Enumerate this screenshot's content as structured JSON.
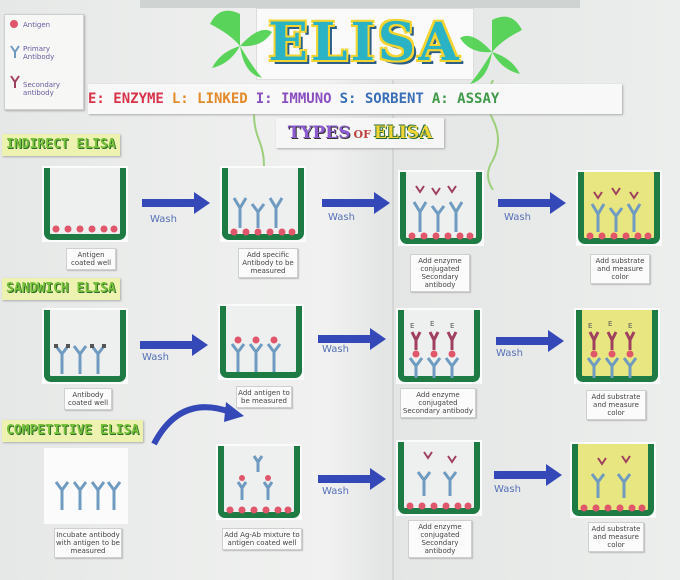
{
  "legend": {
    "antigen": "Antigen",
    "primary": "Primary Antibody",
    "secondary": "Secondary antibody"
  },
  "title": "ELISA",
  "acronym": [
    "E: ENZYME",
    "L: LINKED",
    "I: IMMUNO",
    "S: SORBENT",
    "A: ASSAY"
  ],
  "types": {
    "word1": "TYPES",
    "word2": "OF",
    "word3": "ELISA"
  },
  "wash_label": "Wash",
  "sections": [
    {
      "name": "INDIRECT ELISA",
      "captions": [
        "Antigen coated well",
        "Add specific Antibody to be measured",
        "Add enzyme conjugated Secondary antibody",
        "Add substrate and measure color"
      ]
    },
    {
      "name": "SANDWICH ELISA",
      "captions": [
        "Antibody coated well",
        "Add antigen to be measured",
        "Add enzyme conjugated Secondary antibody",
        "Add substrate and measure color"
      ]
    },
    {
      "name": "COMPETITIVE ELISA",
      "captions": [
        "Incubate antibody with antigen to be measured",
        "Add Ag-Ab mixture to antigen coated well",
        "Add enzyme conjugated Secondary antibody",
        "Add substrate and measure color"
      ]
    }
  ],
  "colors": {
    "well_border": "#1e7b44",
    "arrow": "#3548b8",
    "substrate": "#e8e680",
    "antigen": "#e0566a",
    "antibody": "#6f9bc0"
  }
}
